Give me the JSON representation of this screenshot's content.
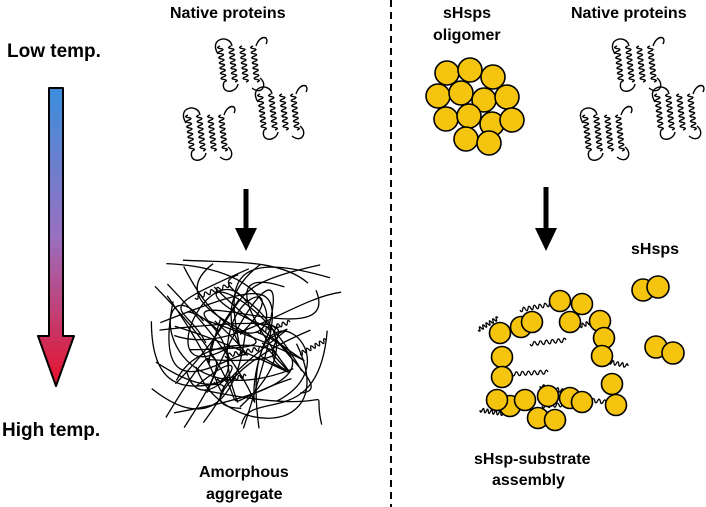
{
  "labels": {
    "low_temp": "Low temp.",
    "high_temp": "High temp.",
    "native_left": "Native proteins",
    "native_right": "Native proteins",
    "oligomer_1": "sHsps",
    "oligomer_2": "oligomer",
    "amorphous_1": "Amorphous",
    "amorphous_2": "aggregate",
    "shsps": "sHsps",
    "assembly_1": "sHsp-substrate",
    "assembly_2": "assembly"
  },
  "colors": {
    "cold": "#3a8fdc",
    "hot": "#e8102a",
    "shsp_fill": "#f5c40f",
    "ink": "#000000"
  }
}
